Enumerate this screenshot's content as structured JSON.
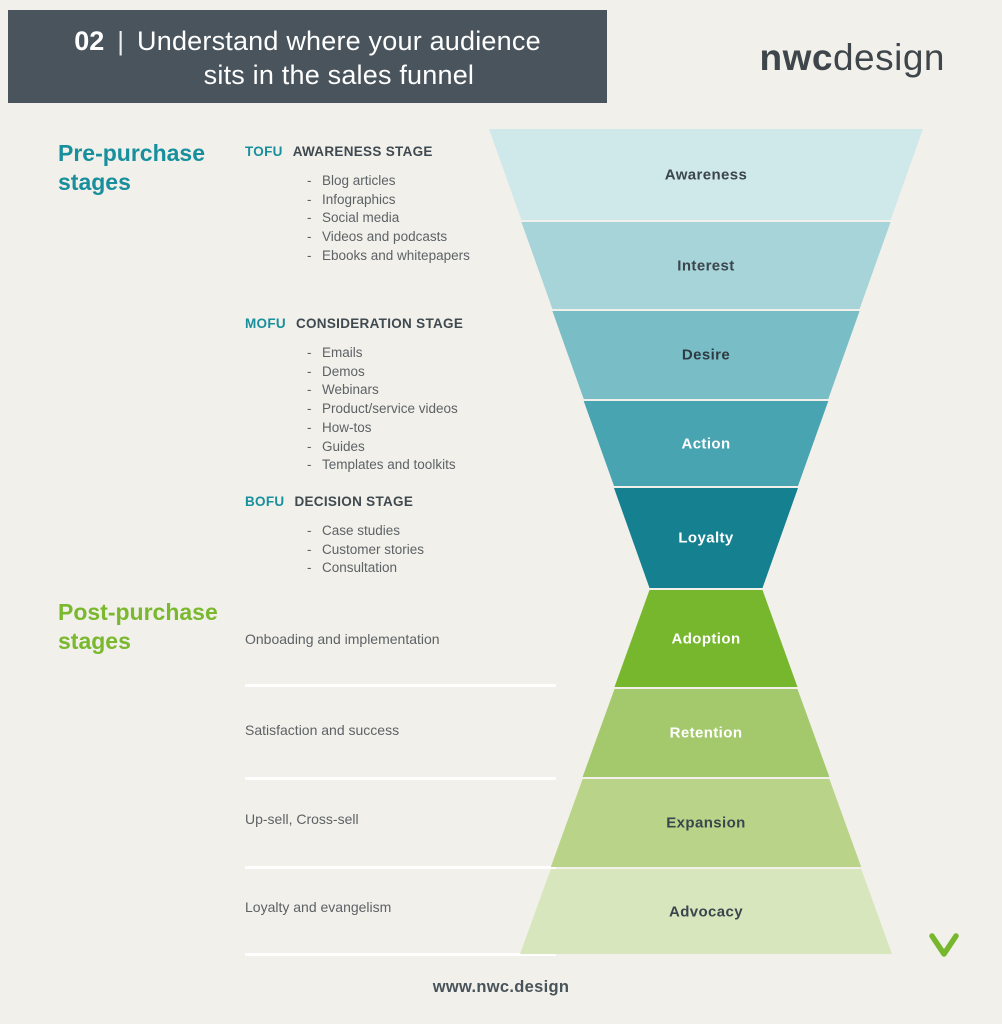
{
  "colors": {
    "background": "#f2f0ea",
    "header_bg": "#4a545c",
    "teal": "#178f9d",
    "green": "#7ab82e",
    "text_dark": "#3b454d",
    "text_gray": "#5d6266"
  },
  "header": {
    "number": "02",
    "separator": "|",
    "title_line1": "Understand where your audience",
    "title_line2": "sits in the sales funnel"
  },
  "logo": {
    "bold": "nwc",
    "regular": "design"
  },
  "pre_purchase": {
    "heading": "Pre-purchase stages",
    "sections": [
      {
        "tag": "TOFU",
        "stage": "AWARENESS STAGE",
        "items": [
          "Blog articles",
          "Infographics",
          "Social media",
          "Videos and podcasts",
          "Ebooks and whitepapers"
        ]
      },
      {
        "tag": "MOFU",
        "stage": "CONSIDERATION STAGE",
        "items": [
          "Emails",
          "Demos",
          "Webinars",
          "Product/service videos",
          "How-tos",
          "Guides",
          "Templates and toolkits"
        ]
      },
      {
        "tag": "BOFU",
        "stage": "DECISION STAGE",
        "items": [
          "Case studies",
          "Customer stories",
          "Consultation"
        ]
      }
    ]
  },
  "post_purchase": {
    "heading": "Post-purchase stages",
    "items": [
      "Onboading and implementation",
      "Satisfaction and success",
      "Up-sell, Cross-sell",
      "Loyalty and evangelism"
    ]
  },
  "funnel": {
    "bands": [
      {
        "label": "Awareness",
        "color": "#cfe8ea",
        "text": "#3b454d"
      },
      {
        "label": "Interest",
        "color": "#a6d4d9",
        "text": "#3b454d"
      },
      {
        "label": "Desire",
        "color": "#79bdc6",
        "text": "#2f3b42"
      },
      {
        "label": "Action",
        "color": "#48a4b0",
        "text": "#ffffff"
      },
      {
        "label": "Loyalty",
        "color": "#15808f",
        "text": "#ffffff"
      },
      {
        "label": "Adoption",
        "color": "#77b72e",
        "text": "#ffffff"
      },
      {
        "label": "Retention",
        "color": "#a3c96c",
        "text": "#ffffff"
      },
      {
        "label": "Expansion",
        "color": "#b9d488",
        "text": "#3b454d"
      },
      {
        "label": "Advocacy",
        "color": "#d7e6bd",
        "text": "#3b454d"
      }
    ],
    "arrow": {
      "top_color": "#17828f",
      "bottom_color": "#76b72d"
    }
  },
  "footer": {
    "url": "www.nwc.design"
  }
}
